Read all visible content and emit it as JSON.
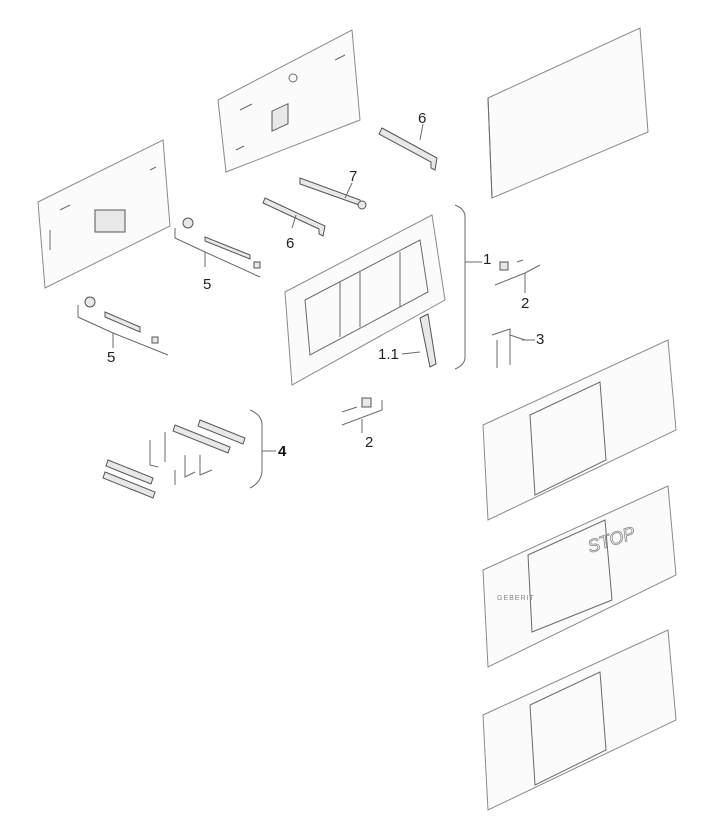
{
  "labels": {
    "part_6_top": "6",
    "part_7": "7",
    "part_6_mid": "6",
    "part_1": "1",
    "part_2_right": "2",
    "part_3": "3",
    "part_5_upper": "5",
    "part_5_lower": "5",
    "part_1_1": "1.1",
    "part_2_bottom": "2",
    "part_4": "4"
  },
  "plate_text": {
    "brand": "GEBERIT",
    "stop": "STOP"
  }
}
